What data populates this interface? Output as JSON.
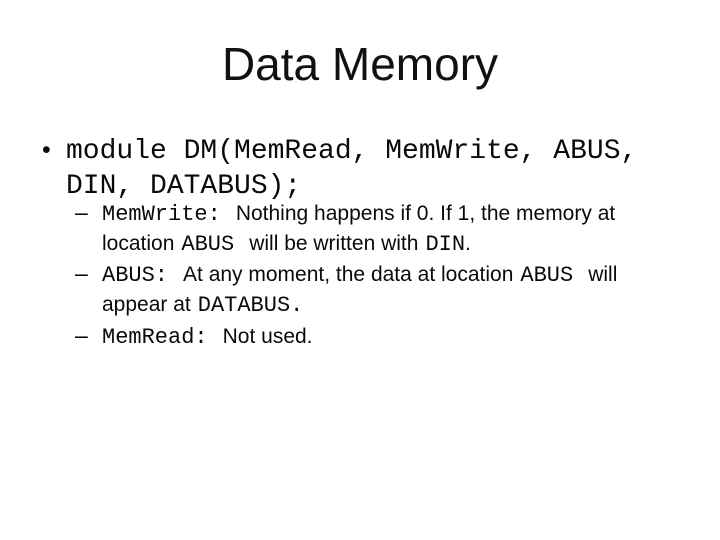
{
  "slide": {
    "title": "Data Memory",
    "bullet_module": {
      "marker": "•",
      "line1": "module DM(MemRead, MemWrite, ABUS,",
      "line2": "DIN, DATABUS);"
    },
    "sub_marker": "–",
    "sub_memwrite": {
      "code": "MemWrite:",
      "line1_text": "Nothing happens if 0. If 1, the memory at",
      "line2_text1": "location",
      "line2_code1": "ABUS",
      "line2_text2": "will be written with",
      "line2_code2": "DIN",
      "line2_period": "."
    },
    "sub_abus": {
      "code": "ABUS:",
      "line1_text": "At any moment, the data at location",
      "line1_code2": "ABUS",
      "line1_text2": "will",
      "line2_text1": "appear at",
      "line2_code": "DATABUS."
    },
    "sub_memread": {
      "code": "MemRead:",
      "text": "Not used."
    }
  }
}
